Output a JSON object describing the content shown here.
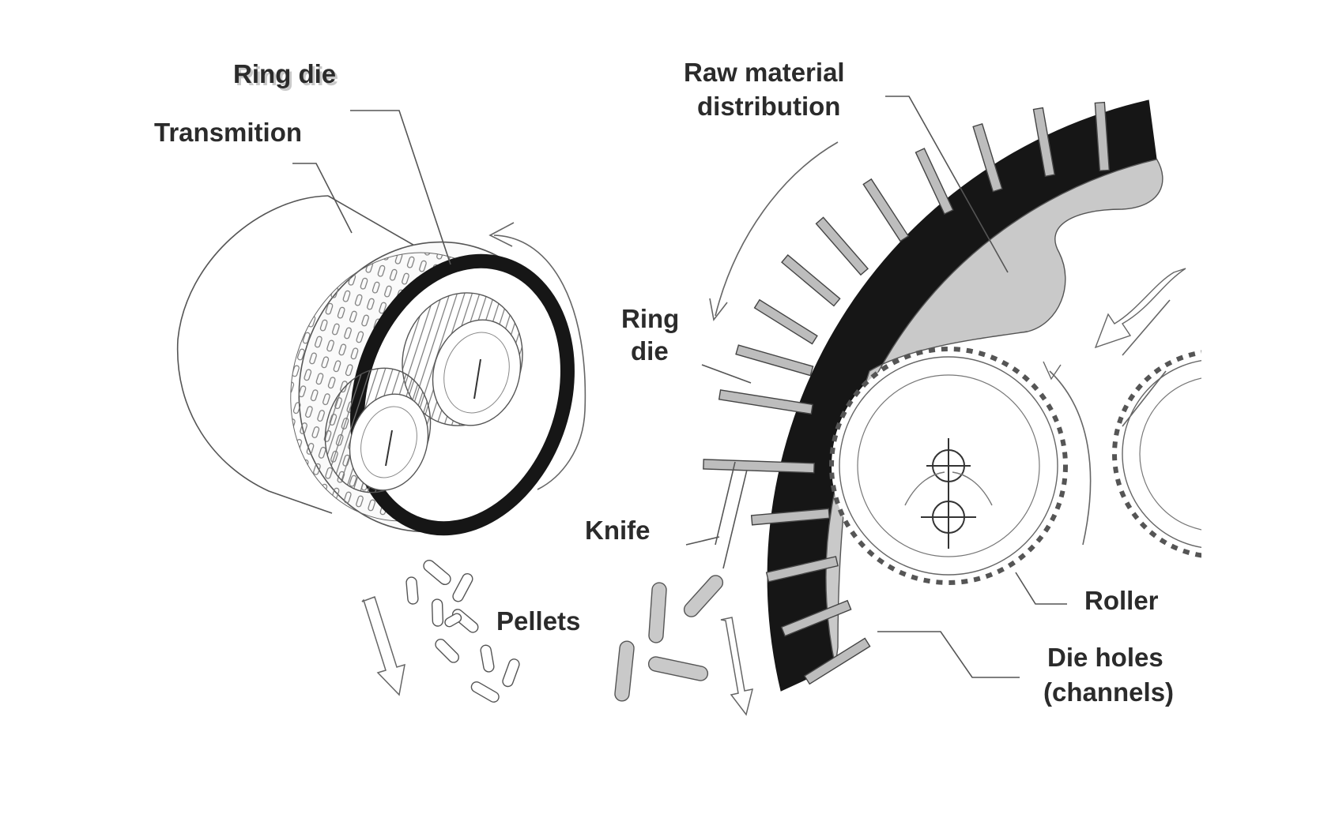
{
  "labels": {
    "ring_die_left": "Ring die",
    "transmition": "Transmition",
    "pellets": "Pellets",
    "raw_material_line1": "Raw material",
    "raw_material_line2": "distribution",
    "ring_die_right_line1": "Ring",
    "ring_die_right_line2": "die",
    "knife": "Knife",
    "roller": "Roller",
    "die_holes_line1": "Die holes",
    "die_holes_line2": "(channels)"
  },
  "colors": {
    "die_black": "#161616",
    "material_grey": "#c9c9c9",
    "channel_grey": "#bdbdbd",
    "line": "#555555"
  }
}
